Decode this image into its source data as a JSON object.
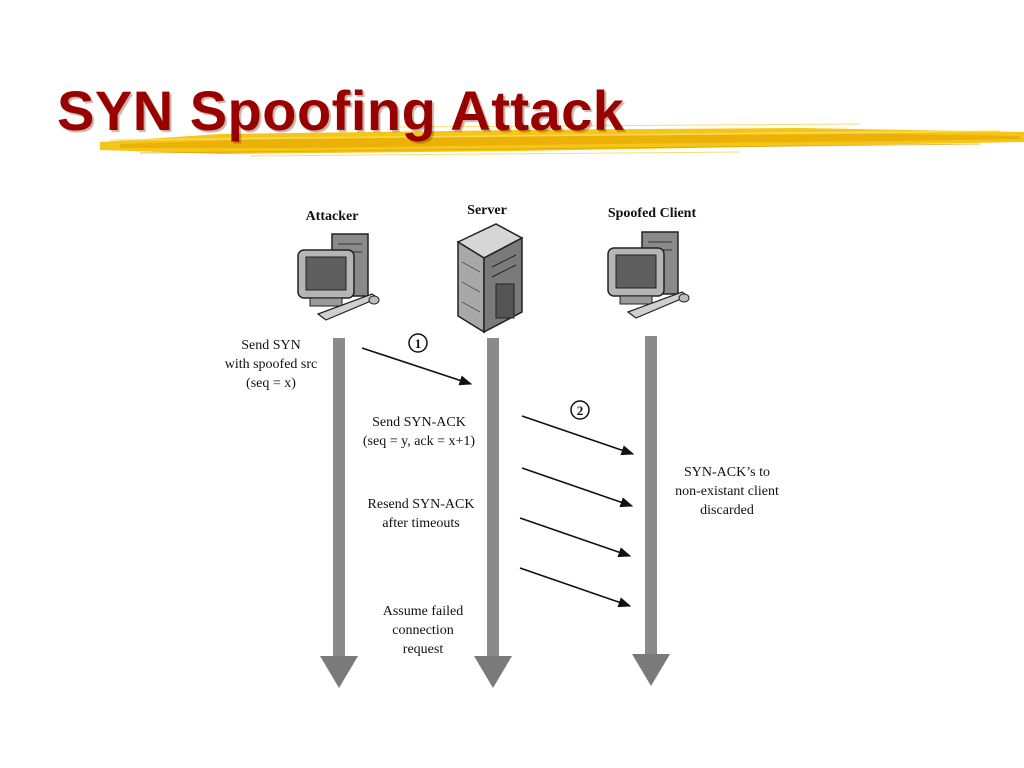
{
  "slide": {
    "title": "SYN Spoofing Attack",
    "accent_color": "#990000",
    "underline_color": "#f2c200"
  },
  "diagram": {
    "participants": [
      {
        "label": "Attacker",
        "icon": "desktop-computer-icon"
      },
      {
        "label": "Server",
        "icon": "server-tower-icon"
      },
      {
        "label": "Spoofed Client",
        "icon": "desktop-computer-icon"
      }
    ],
    "steps": [
      {
        "number": "1"
      },
      {
        "number": "2"
      }
    ],
    "annotations": {
      "send_syn": [
        "Send SYN",
        "with spoofed src",
        "(seq = x)"
      ],
      "send_synack": [
        "Send SYN-ACK",
        "(seq = y, ack = x+1)"
      ],
      "resend_synack": [
        "Resend SYN-ACK",
        "after timeouts"
      ],
      "assume_failed": [
        "Assume failed",
        "connection",
        "request"
      ],
      "discarded": [
        "SYN-ACK’s to",
        "non-existant client",
        "discarded"
      ]
    }
  }
}
